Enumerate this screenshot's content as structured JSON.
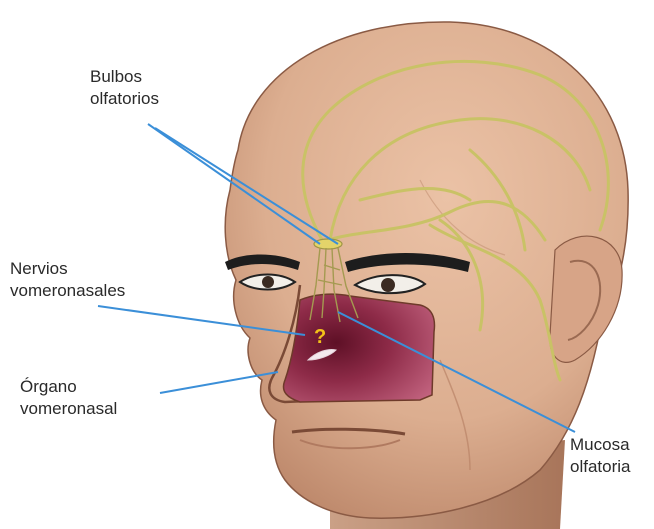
{
  "labels": {
    "bulbos": {
      "line1": "Bulbos",
      "line2": "olfatorios"
    },
    "nervios": {
      "line1": "Nervios",
      "line2": "vomeronasales"
    },
    "organo": {
      "line1": "Órgano",
      "line2": "vomeronasal"
    },
    "mucosa": {
      "line1": "Mucosa",
      "line2": "olfatoria"
    }
  },
  "question_mark": "?",
  "colors": {
    "skin": "#dcae90",
    "skin_shadow": "#b98366",
    "nerve": "#c9c266",
    "cavity": "#b85470",
    "cavity_dark": "#5e1026",
    "leader_line": "#3b8fd8",
    "label_text": "#2a2a2a"
  }
}
